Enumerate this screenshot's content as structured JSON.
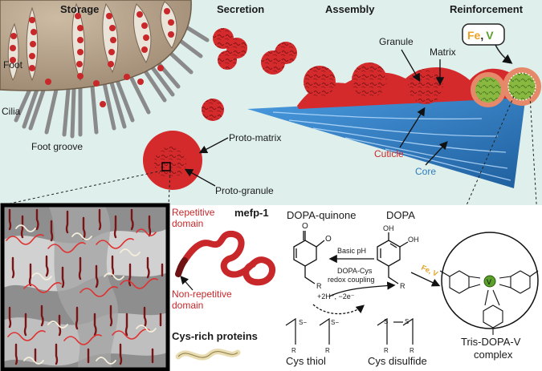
{
  "stages": {
    "storage": "Storage",
    "secretion": "Secretion",
    "assembly": "Assembly",
    "reinforcement": "Reinforcement"
  },
  "labels": {
    "foot": "Foot",
    "cilia": "Cilia",
    "foot_groove": "Foot groove",
    "granule": "Granule",
    "matrix": "Matrix",
    "proto_matrix": "Proto-matrix",
    "proto_granule": "Proto-granule",
    "cuticle": "Cuticle",
    "core": "Core",
    "fe": "Fe",
    "comma": ",",
    "v": "V"
  },
  "proteins": {
    "repetitive_l1": "Repetitive",
    "repetitive_l2": "domain",
    "mefp": "mefp-1",
    "nonrep_l1": "Non-repetitive",
    "nonrep_l2": "domain",
    "cys_rich": "Cys-rich proteins"
  },
  "chemistry": {
    "dopa_quinone": "DOPA-quinone",
    "dopa": "DOPA",
    "basic_ph": "Basic pH",
    "redox_l1": "DOPA-Cys",
    "redox_l2": "redox coupling",
    "electrons": "+2H⁺, −2e⁻",
    "cys_thiol": "Cys thiol",
    "cys_disulfide": "Cys disulfide",
    "fe_v": "Fe, V",
    "atom_v": "V",
    "atom_o": "O",
    "atom_oh": "OH",
    "atom_r": "R",
    "atom_s": "S",
    "s_minus": "S−",
    "tris_l1": "Tris-DOPA-V",
    "tris_l2": "complex"
  },
  "colors": {
    "background_top": "#dff0ec",
    "foot": "#b8a48c",
    "granule_red": "#d42a2c",
    "core_blue": "#2f7bbf",
    "fe_orange": "#f0a020",
    "v_green": "#5aa02a"
  }
}
